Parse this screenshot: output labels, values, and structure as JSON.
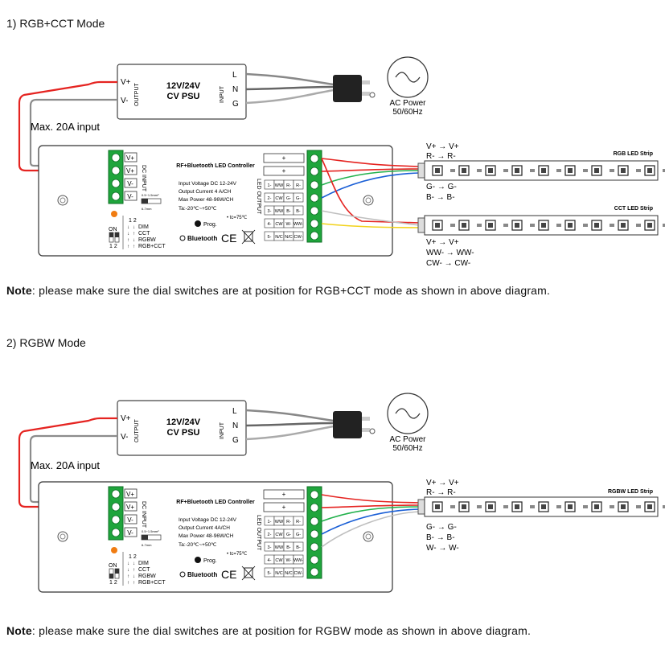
{
  "section1": {
    "title": "1) RGB+CCT Mode",
    "psu": {
      "vplus": "V+",
      "vminus": "V-",
      "output": "OUTPUT",
      "input": "INPUT",
      "label1": "12V/24V",
      "label2": "CV PSU",
      "l": "L",
      "n": "N",
      "g": "G"
    },
    "ac": {
      "line1": "AC Power",
      "line2": "50/60Hz"
    },
    "max_input": "Max. 20A input",
    "controller": {
      "title": "RF+Bluetooth LED Controller",
      "specs": [
        "Input Voltage DC 12-24V",
        "Output Current 4 A/CH",
        "Max Power 48-96W/CH",
        "Ta:-20℃~+50℃"
      ],
      "tc": "• tc=75℃",
      "prog": "Prog.",
      "bluetooth": "Bluetooth",
      "ce": "CE",
      "dc_input": "DC INPUT",
      "led_output": "LED OUTPUT",
      "terminals_in": [
        "V+",
        "V+",
        "V-",
        "V-"
      ],
      "terminals_out": [
        "+",
        "+"
      ],
      "out_rows": [
        [
          "1-",
          "WW",
          "R-",
          "R-"
        ],
        [
          "2-",
          "CW",
          "G-",
          "G-"
        ],
        [
          "3-",
          "WW",
          "B-",
          "B-"
        ],
        [
          "4-",
          "CW",
          "W-",
          "WW-"
        ],
        [
          "5-",
          "N/C",
          "N/C",
          "CW-"
        ]
      ],
      "dial": {
        "on": "ON",
        "nums": "1 2",
        "keys": "1  2",
        "modes": [
          "DIM",
          "CCT",
          "RGBW",
          "RGB+CCT"
        ]
      },
      "wire_label": "0.5~1.5mm²",
      "strip_label": "6-7mm"
    },
    "strip1": {
      "name": "RGB LED Strip",
      "top_labels": [
        "V+  →  V+",
        "R-  →  R-"
      ],
      "bottom_labels": [
        "G-  →  G-",
        "B-  →  B-"
      ]
    },
    "strip2": {
      "name": "CCT LED Strip",
      "bottom_labels": [
        "V+    → V+",
        "WW- → WW-",
        "CW- → CW-"
      ]
    },
    "note_bold": "Note",
    "note_text": ": please make sure the dial switches are at position for RGB+CCT mode as shown in above diagram."
  },
  "section2": {
    "title": "2) RGBW Mode",
    "max_input": "Max. 20A input",
    "strip1": {
      "name": "RGBW LED Strip",
      "top_labels": [
        "V+  →  V+",
        "R-  →  R-"
      ],
      "bottom_labels": [
        "G-  →  G-",
        "B-  →  B-",
        "W-  →  W-"
      ]
    },
    "specs": [
      "Input Voltage DC 12-24V",
      "Output Current 4A/CH",
      "Max Power 48-96W/CH",
      "Ta:-20℃~+50℃"
    ],
    "note_bold": "Note",
    "note_text": ": please make sure the dial switches are at position for RGBW mode as shown in above diagram."
  },
  "colors": {
    "red": "#e52421",
    "green": "#22b14c",
    "blue": "#1a5fd6",
    "white": "#bfbfbf",
    "yellow": "#f2d21b",
    "gray": "#7f7f7f",
    "terminal_green": "#1fa53c",
    "orange": "#f07c12"
  }
}
